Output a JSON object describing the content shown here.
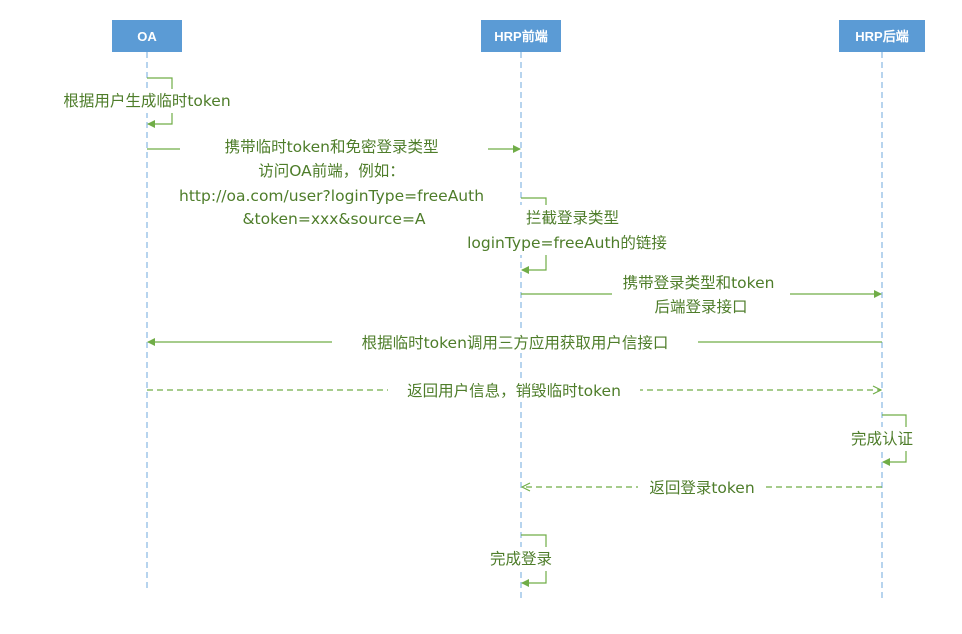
{
  "participants": {
    "oa": "OA",
    "front": "HRP前端",
    "back": "HRP后端"
  },
  "colors": {
    "header": "#5b9bd5",
    "lifeline": "#6fa8dc",
    "arrow": "#70ad47",
    "text": "#4e7d2a"
  },
  "steps": {
    "s1": [
      "根据用户生成临时token"
    ],
    "s2": [
      "携带临时token和免密登录类型",
      "访问OA前端，例如：",
      "http://oa.com/user?loginType=freeAuth",
      "&token=xxx&source=A"
    ],
    "s3": [
      "拦截登录类型",
      "loginType=freeAuth的链接"
    ],
    "s4": [
      "携带登录类型和token",
      "后端登录接口"
    ],
    "s5": [
      "根据临时token调用三方应用获取用户信接口"
    ],
    "s6": [
      "返回用户信息，销毁临时token"
    ],
    "s7": [
      "完成认证"
    ],
    "s8": [
      "返回登录token"
    ],
    "s9": [
      "完成登录"
    ]
  }
}
